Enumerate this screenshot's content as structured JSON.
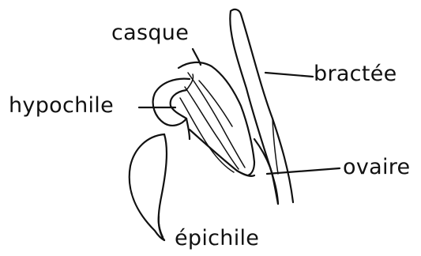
{
  "labels": {
    "casque": "casque",
    "bractee": "bractée",
    "hypochile": "hypochile",
    "ovaire": "ovaire",
    "epichile": "épichile"
  },
  "colors": {
    "ink": "#111111",
    "background": "#ffffff"
  }
}
